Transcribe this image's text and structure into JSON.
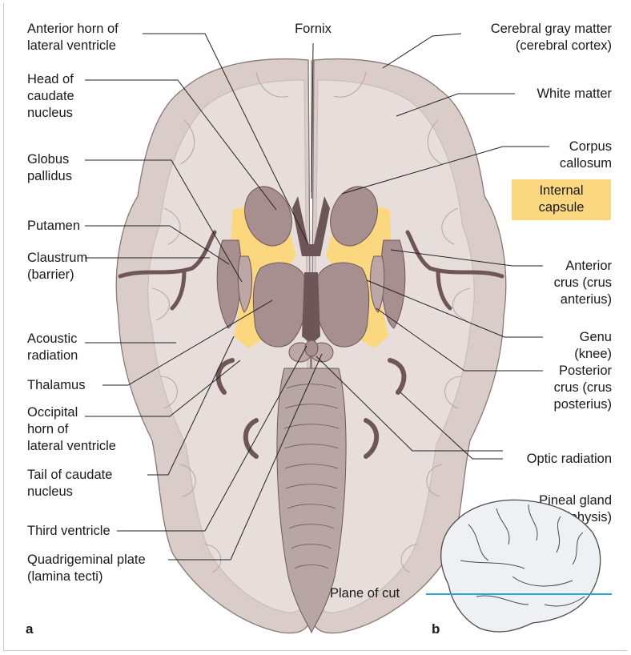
{
  "labels": {
    "anterior_horn": "Anterior horn of\nlateral ventricle",
    "fornix": "Fornix",
    "cerebral_gray": "Cerebral gray matter\n(cerebral cortex)",
    "head_caudate": "Head of\ncaudate\nnucleus",
    "white_matter": "White matter",
    "globus_pallidus": "Globus\npallidus",
    "corpus_callosum": "Corpus\ncallosum",
    "internal_capsule": "Internal\ncapsule",
    "putamen": "Putamen",
    "claustrum": "Claustrum\n(barrier)",
    "anterior_crus": "Anterior\ncrus (crus\nanterius)",
    "acoustic_radiation": "Acoustic\nradiation",
    "genu": "Genu\n(knee)",
    "thalamus": "Thalamus",
    "posterior_crus": "Posterior\ncrus (crus\nposterius)",
    "occipital_horn": "Occipital\nhorn of\nlateral ventricle",
    "optic_radiation": "Optic radiation",
    "tail_caudate": "Tail of caudate\nnucleus",
    "pineal_gland": "Pineal gland\n(epiphysis)",
    "third_ventricle": "Third ventricle",
    "quadrigeminal": "Quadrigeminal plate\n(lamina tecti)",
    "plane_of_cut": "Plane of cut"
  },
  "panels": {
    "a": "a",
    "b": "b"
  },
  "colors": {
    "cortex": "#d9ccc9",
    "white_matter": "#e7dedc",
    "nuclei": "#a78e8f",
    "ventricle": "#6e5557",
    "internal_capsule": "#fbd780",
    "plane_line": "#29a3d9"
  }
}
